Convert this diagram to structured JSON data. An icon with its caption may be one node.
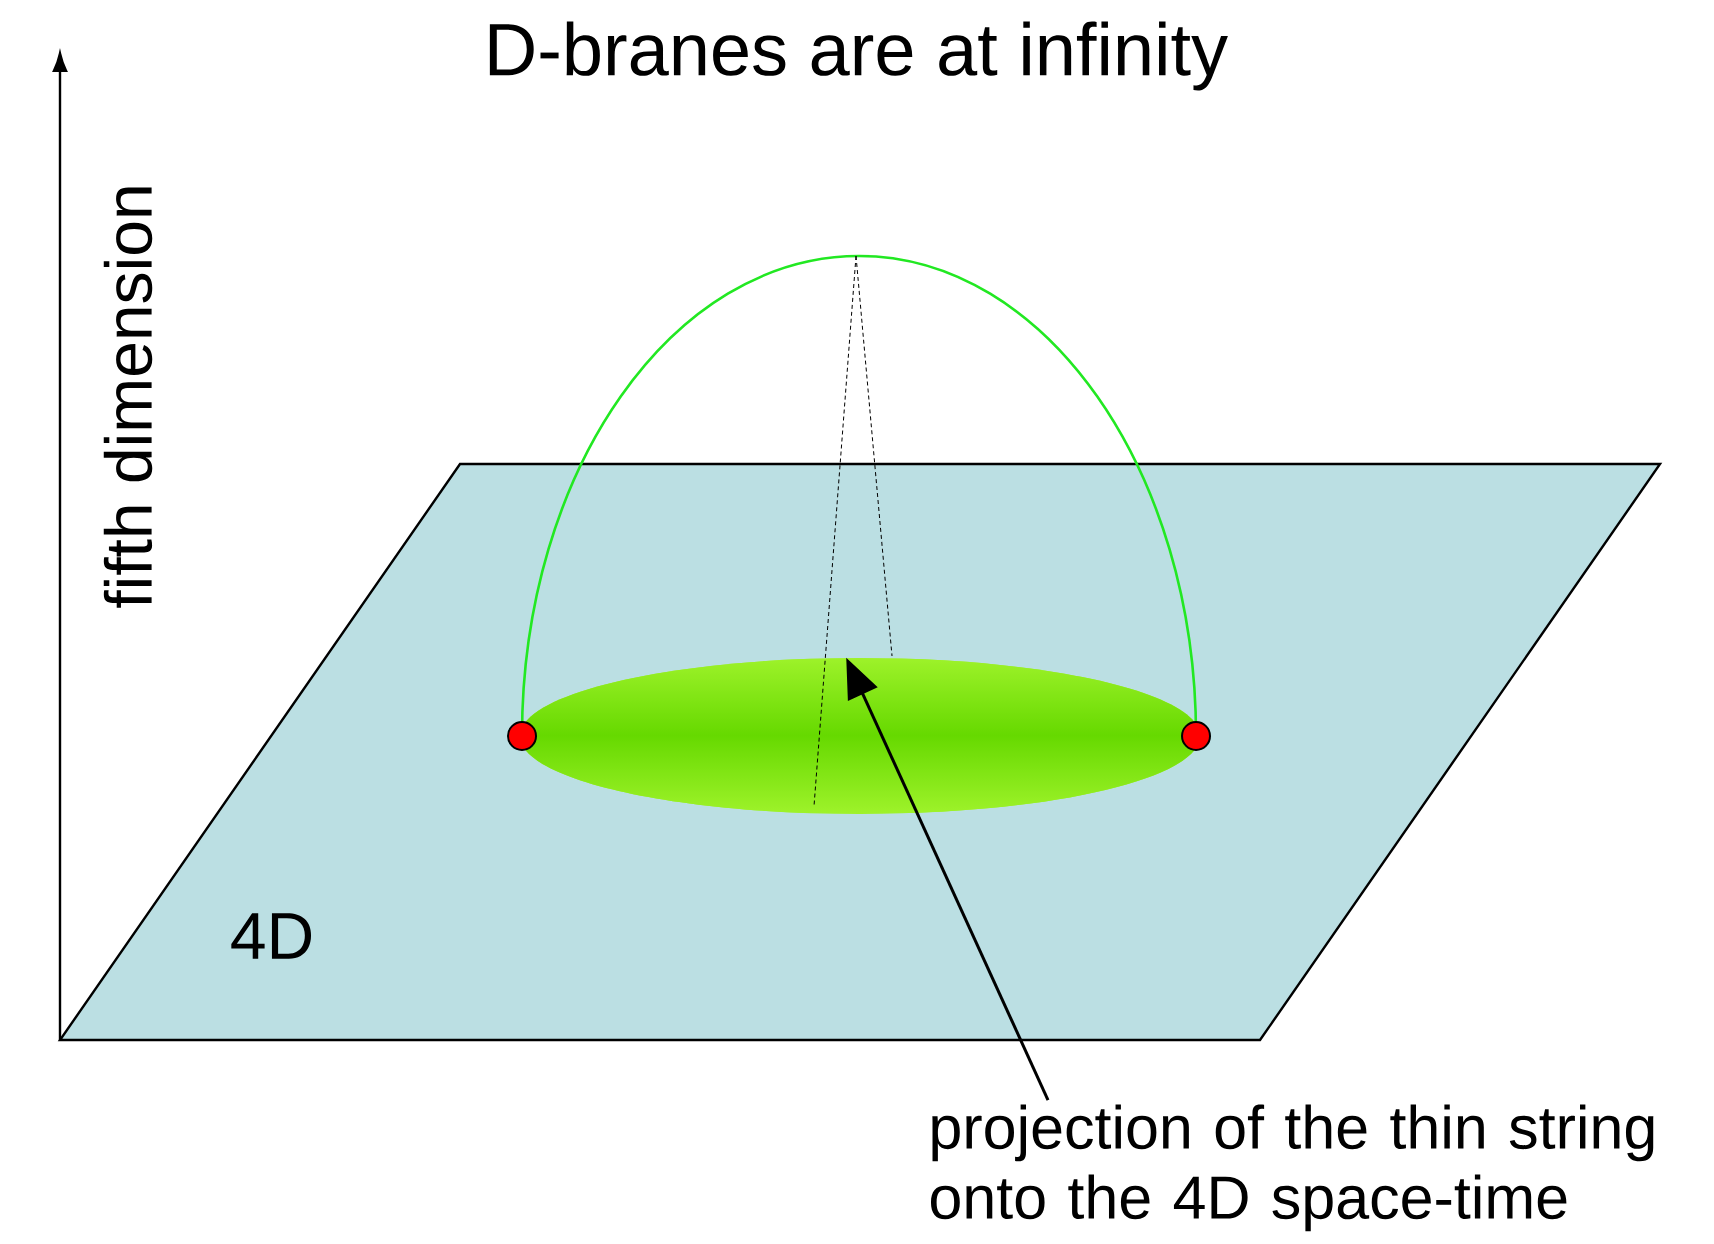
{
  "diagram": {
    "title": "D-branes are at infinity",
    "nodes": [
      {
        "text": [
          "4D"
        ]
      },
      {
        "text": [],
        "shape": "ellipse",
        "in": 0
      },
      {
        "text": [
          "projection of the thin string onto the 4D space-time"
        ]
      }
    ],
    "edges": [
      {
        "from": 2,
        "to": 1,
        "arrow": "to"
      }
    ],
    "labels": [
      "fifth dimension"
    ]
  }
}
